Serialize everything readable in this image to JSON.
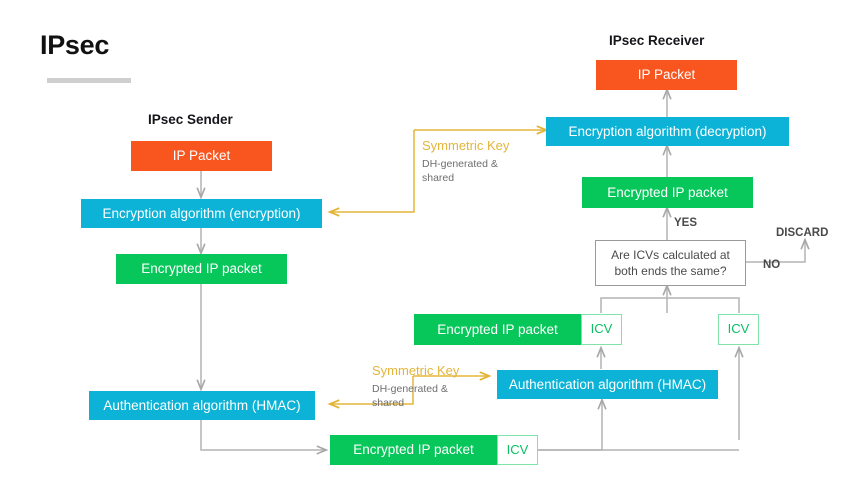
{
  "page": {
    "title": "IPsec"
  },
  "sections": {
    "sender_heading": "IPsec Sender",
    "receiver_heading": "IPsec Receiver"
  },
  "nodes": {
    "sender_ip_packet": "IP Packet",
    "sender_encryption": "Encryption algorithm (encryption)",
    "sender_encrypted_packet": "Encrypted IP packet",
    "sender_hmac": "Authentication algorithm (HMAC)",
    "sender_out_packet": "Encrypted IP packet",
    "sender_out_icv": "ICV",
    "receiver_ip_packet": "IP Packet",
    "receiver_decryption": "Encryption algorithm (decryption)",
    "receiver_encrypted_packet": "Encrypted IP packet",
    "receiver_decision": "Are ICVs calculated at both ends the same?",
    "receiver_in_packet": "Encrypted IP packet",
    "receiver_computed_icv": "ICV",
    "receiver_hmac": "Authentication algorithm (HMAC)",
    "receiver_received_icv": "ICV"
  },
  "labels": {
    "yes": "YES",
    "no": "NO",
    "discard": "DISCARD"
  },
  "keys": {
    "sender": {
      "title": "Symmetric Key",
      "subtitle": "DH-generated &\nshared"
    },
    "receiver": {
      "title": "Symmetric Key",
      "subtitle": "DH-generated &\nshared"
    }
  },
  "colors": {
    "orange": "#f9551f",
    "blue": "#0cb3d6",
    "green": "#07c65a",
    "icv_border": "#7fe3ab",
    "icv_text": "#0bbf63",
    "key_yellow": "#e3b53a",
    "wire_gray": "#b3b3b3",
    "decision_border": "#9a9a9a",
    "title_rule": "#cfcfcf"
  }
}
